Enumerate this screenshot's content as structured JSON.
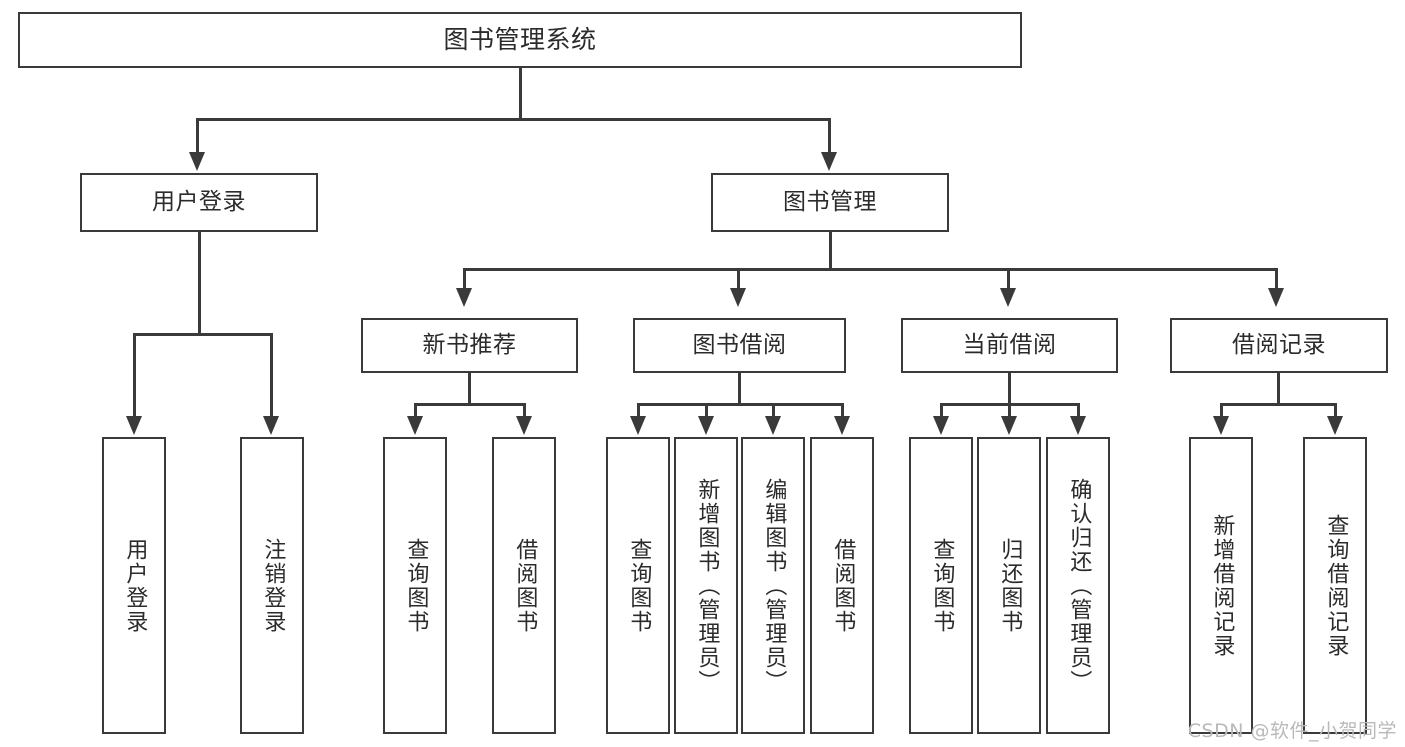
{
  "diagram": {
    "title": "图书管理系统",
    "type": "tree",
    "watermark": "CSDN @软件_小贺同学",
    "colors": {
      "stroke": "#3a3a3a",
      "fill": "#ffffff",
      "text": "#2b2b2b",
      "watermark": "#b9b9b9"
    },
    "levels": {
      "root": {
        "label": "图书管理系统"
      },
      "level2": [
        {
          "id": "user-login",
          "label": "用户登录"
        },
        {
          "id": "book-manage",
          "label": "图书管理"
        }
      ],
      "level3": [
        {
          "id": "new-book-rec",
          "label": "新书推荐",
          "parent": "book-manage"
        },
        {
          "id": "book-borrow",
          "label": "图书借阅",
          "parent": "book-manage"
        },
        {
          "id": "current-borrow",
          "label": "当前借阅",
          "parent": "book-manage"
        },
        {
          "id": "borrow-record",
          "label": "借阅记录",
          "parent": "book-manage"
        }
      ],
      "leaves": [
        {
          "id": "leaf-user-login",
          "label": "用户登录",
          "parent": "user-login"
        },
        {
          "id": "leaf-user-logout",
          "label": "注销登录",
          "parent": "user-login"
        },
        {
          "id": "leaf-query-book-1",
          "label": "查询图书",
          "parent": "new-book-rec"
        },
        {
          "id": "leaf-borrow-book-1",
          "label": "借阅图书",
          "parent": "new-book-rec"
        },
        {
          "id": "leaf-query-book-2",
          "label": "查询图书",
          "parent": "book-borrow"
        },
        {
          "id": "leaf-add-book",
          "label": "新增图书（管理员）",
          "parent": "book-borrow"
        },
        {
          "id": "leaf-edit-book",
          "label": "编辑图书（管理员）",
          "parent": "book-borrow"
        },
        {
          "id": "leaf-borrow-book-2",
          "label": "借阅图书",
          "parent": "book-borrow"
        },
        {
          "id": "leaf-query-book-3",
          "label": "查询图书",
          "parent": "current-borrow"
        },
        {
          "id": "leaf-return-book",
          "label": "归还图书",
          "parent": "current-borrow"
        },
        {
          "id": "leaf-confirm-return",
          "label": "确认归还（管理员）",
          "parent": "current-borrow"
        },
        {
          "id": "leaf-add-record",
          "label": "新增借阅记录",
          "parent": "borrow-record"
        },
        {
          "id": "leaf-query-record",
          "label": "查询借阅记录",
          "parent": "borrow-record"
        }
      ]
    }
  }
}
